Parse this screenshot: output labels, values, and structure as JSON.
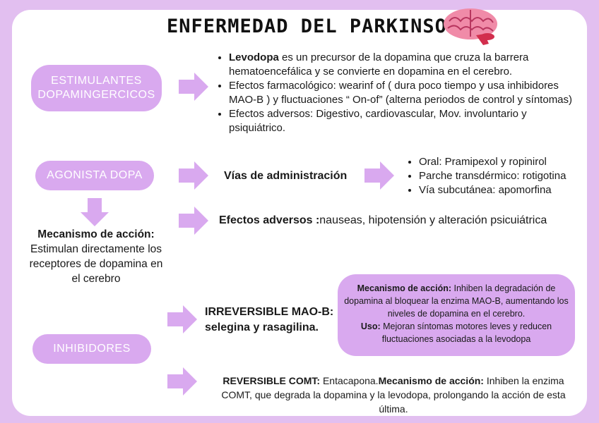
{
  "title": "ENFERMEDAD DEL PARKINSON",
  "brain_icon": "brain-icon",
  "colors": {
    "background": "#e2bff0",
    "accent": "#d9a9ef",
    "card": "#ffffff",
    "brain": "#f08ba8"
  },
  "section1": {
    "pill": "ESTIMULANTES DOPAMINGERCICOS",
    "bullets": [
      {
        "bold": "Levodopa",
        "text": " es un precursor de la dopamina que cruza la barrera hematoencefálica y se convierte en dopamina en el cerebro."
      },
      {
        "bold": "",
        "text": "Efectos farmacológico: wearinf of ( dura poco tiempo y usa inhibidores MAO-B ) y fluctuaciones “ On-of” (alterna periodos de control y síntomas)"
      },
      {
        "bold": "",
        "text": "Efectos adversos: Digestivo, cardiovascular, Mov. involuntario y psiquiátrico."
      }
    ]
  },
  "section2": {
    "pill": "AGONISTA DOPA",
    "admin_label": "Vías de administración",
    "admin_items": [
      "Oral: Pramipexol y ropinirol",
      "Parche transdérmico: rotigotina",
      "Vía subcutánea: apomorfina"
    ],
    "adverse_label": "Efectos adversos :",
    "adverse_text": "nauseas, hipotensión y alteración psicuiátrica",
    "mechanism_label": "Mecanismo de acción:",
    "mechanism_text": "Estimulan directamente los receptores de dopamina en el cerebro"
  },
  "section3": {
    "pill": "INHIBIDORES",
    "irreversible_line1": "IRREVERSIBLE MAO-B:",
    "irreversible_line2": "selegina y rasagilina.",
    "bubble_mech_label": "Mecanismo de acción:",
    "bubble_mech_text": " Inhiben la degradación de dopamina al bloquear la enzima MAO-B, aumentando los niveles de dopamina en el cerebro.",
    "bubble_use_label": "Uso:",
    "bubble_use_text": " Mejoran síntomas motores leves y reducen fluctuaciones asociadas a la levodopa",
    "comt_label": "REVERSIBLE COMT:",
    "comt_text1": " Entacapona.",
    "comt_mech_label": "Mecanismo de acción:",
    "comt_text2": " Inhiben la enzima COMT, que degrada la dopamina y la levodopa, prolongando la acción de esta última."
  }
}
